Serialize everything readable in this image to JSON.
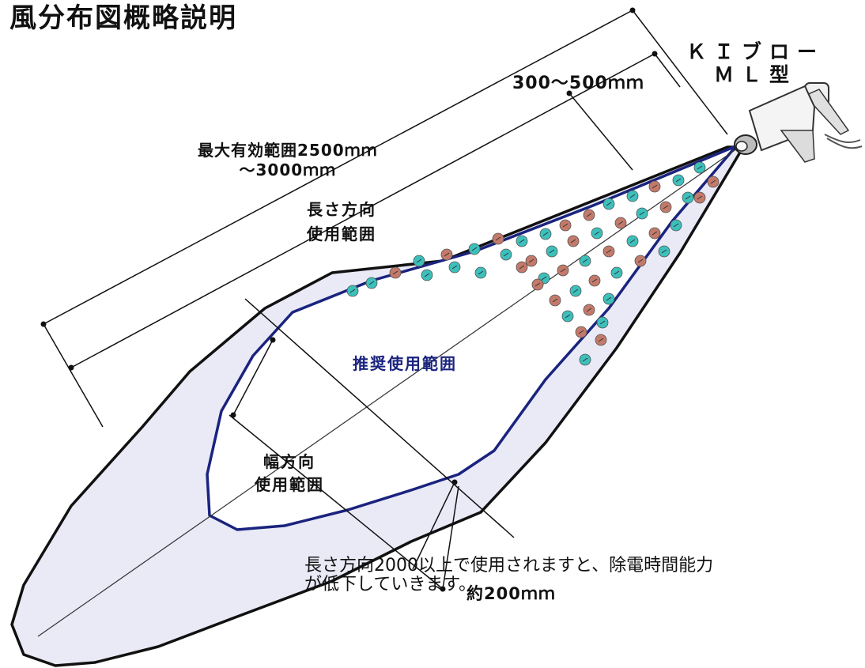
{
  "title": "風分布図概略説明",
  "device": {
    "line1": "ＫＩブロー",
    "line2": "ＭＬ型"
  },
  "dimensions": {
    "nozzle_distance": "300～500ｍｍ",
    "max_range_line1": "最大有効範囲2500ｍｍ",
    "max_range_line2": "～3000ｍｍ",
    "width_approx": "約200ｍｍ"
  },
  "labels": {
    "length_line1": "長さ方向",
    "length_line2": "使用範囲",
    "recommended": "推奨使用範囲",
    "width_line1": "幅方向",
    "width_line2": "使用範囲"
  },
  "note": {
    "line1": "長さ方向2000以上で使用されますと、除電時間能力",
    "line2": "が低下していきます。"
  },
  "colors": {
    "outer_fill": "#e8e9f5",
    "outer_stroke": "#111111",
    "inner_stroke": "#1a237e",
    "ion_positive": "#c47a6a",
    "ion_negative": "#3cc0bc",
    "dim_line": "#111111"
  },
  "icons": {
    "device": "blower-nozzle-icon",
    "ion_positive": "positive-ion-icon",
    "ion_negative": "negative-ion-icon"
  }
}
